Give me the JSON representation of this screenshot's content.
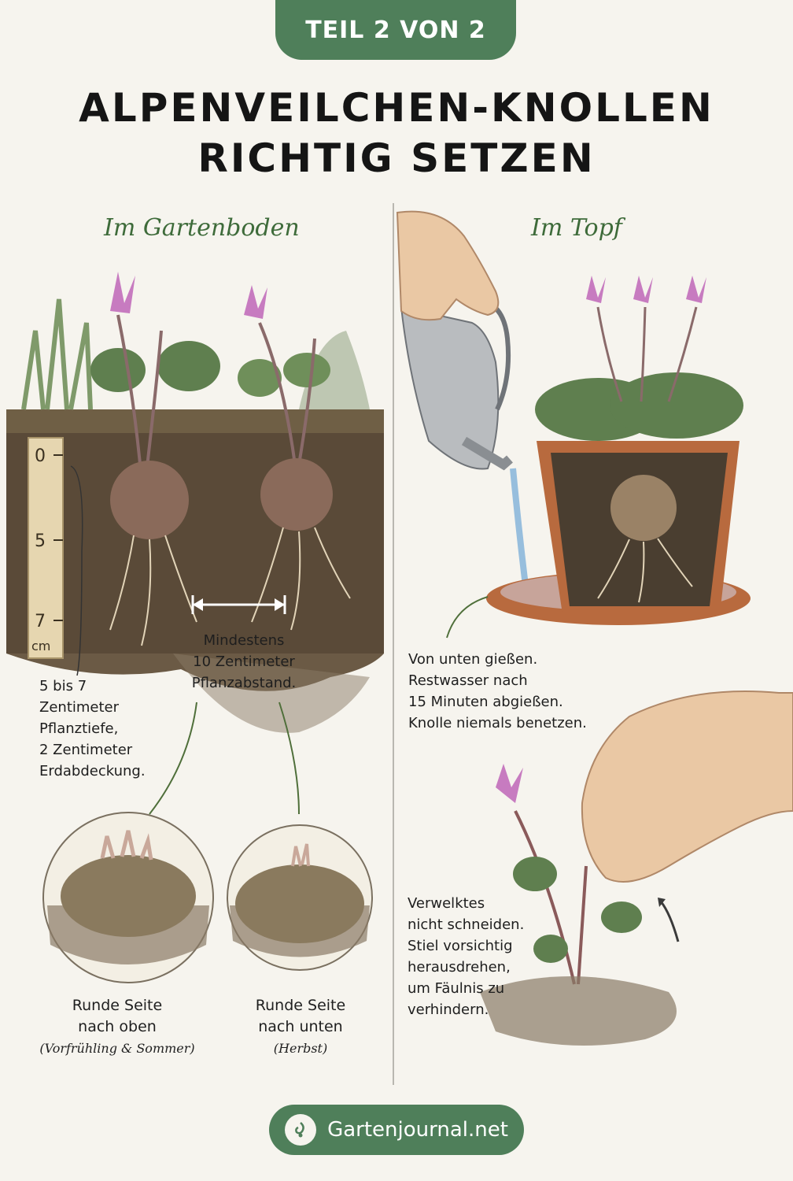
{
  "badge": "TEIL 2 VON 2",
  "title": {
    "line1": "ALPENVEILCHEN-KNOLLEN",
    "line2": "RICHTIG SETZEN"
  },
  "sections": {
    "left": "Im Gartenboden",
    "right": "Im Topf"
  },
  "ruler": {
    "ticks": [
      "0",
      "5",
      "7"
    ],
    "unit": "cm"
  },
  "notes": {
    "depth": "5 bis 7\nZentimeter\nPflanztiefe,\n2 Zentimeter\nErdabdeckung.",
    "spacing": "Mindestens\n10 Zentimeter\nPflanzabstand.",
    "water": "Von unten gießen.\nRestwasser nach\n15 Minuten abgießen.\nKnolle niemals benetzen.",
    "wilted": "Verwelktes\nnicht schneiden.\nStiel vorsichtig\nherausdrehen,\num Fäulnis zu\nverhindern."
  },
  "tubers": {
    "up": {
      "label": "Runde Seite\nnach oben",
      "season": "(Vorfrühling & Sommer)"
    },
    "down": {
      "label": "Runde Seite\nnach unten",
      "season": "(Herbst)"
    }
  },
  "footer": {
    "brand": "Gartenjournal.net"
  },
  "colors": {
    "brand_green": "#4f7f5a",
    "heading_green": "#3e6b3a",
    "soil": "#5a4a38",
    "flower_pink": "#c77bc0",
    "leaf": "#5f7f4f",
    "pot": "#b86a3e"
  },
  "icons": [
    "ruler-icon",
    "watering-can-icon",
    "hand-icon",
    "cyclamen-plant-icon",
    "tuber-icon",
    "arrow-curved-icon",
    "leaf-logo-icon"
  ]
}
